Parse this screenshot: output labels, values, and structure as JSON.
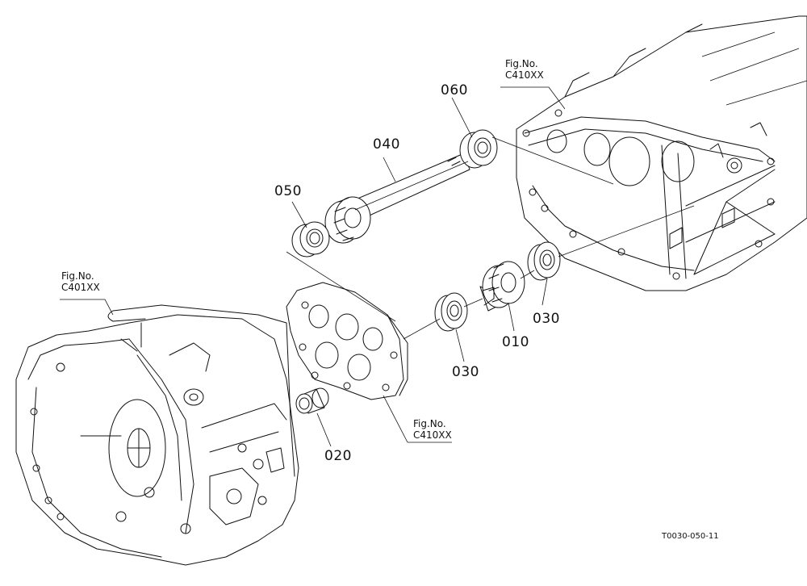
{
  "parts": {
    "p010": "010",
    "p020": "020",
    "p030a": "030",
    "p030b": "030",
    "p040": "040",
    "p050": "050",
    "p060": "060"
  },
  "refs": {
    "top_right": {
      "label": "Fig.No.",
      "code": "C410XX"
    },
    "left": {
      "label": "Fig.No.",
      "code": "C401XX"
    },
    "middle": {
      "label": "Fig.No.",
      "code": "C410XX"
    }
  },
  "drawing_code": "T0030-050-11"
}
